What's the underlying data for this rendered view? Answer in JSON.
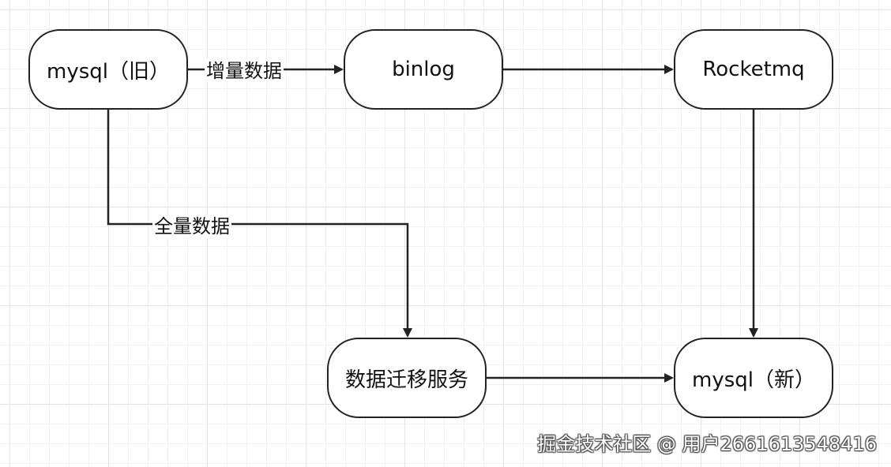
{
  "nodes": {
    "mysql_old": "mysql（旧）",
    "binlog": "binlog",
    "rocketmq": "Rocketmq",
    "migration_service": "数据迁移服务",
    "mysql_new": "mysql（新）"
  },
  "edges": {
    "incremental_label": "增量数据",
    "full_label": "全量数据"
  },
  "watermark": "掘金技术社区 @ 用户2661613548416",
  "colors": {
    "stroke": "#222222",
    "grid": "#e4e4e4",
    "background": "#ffffff"
  }
}
